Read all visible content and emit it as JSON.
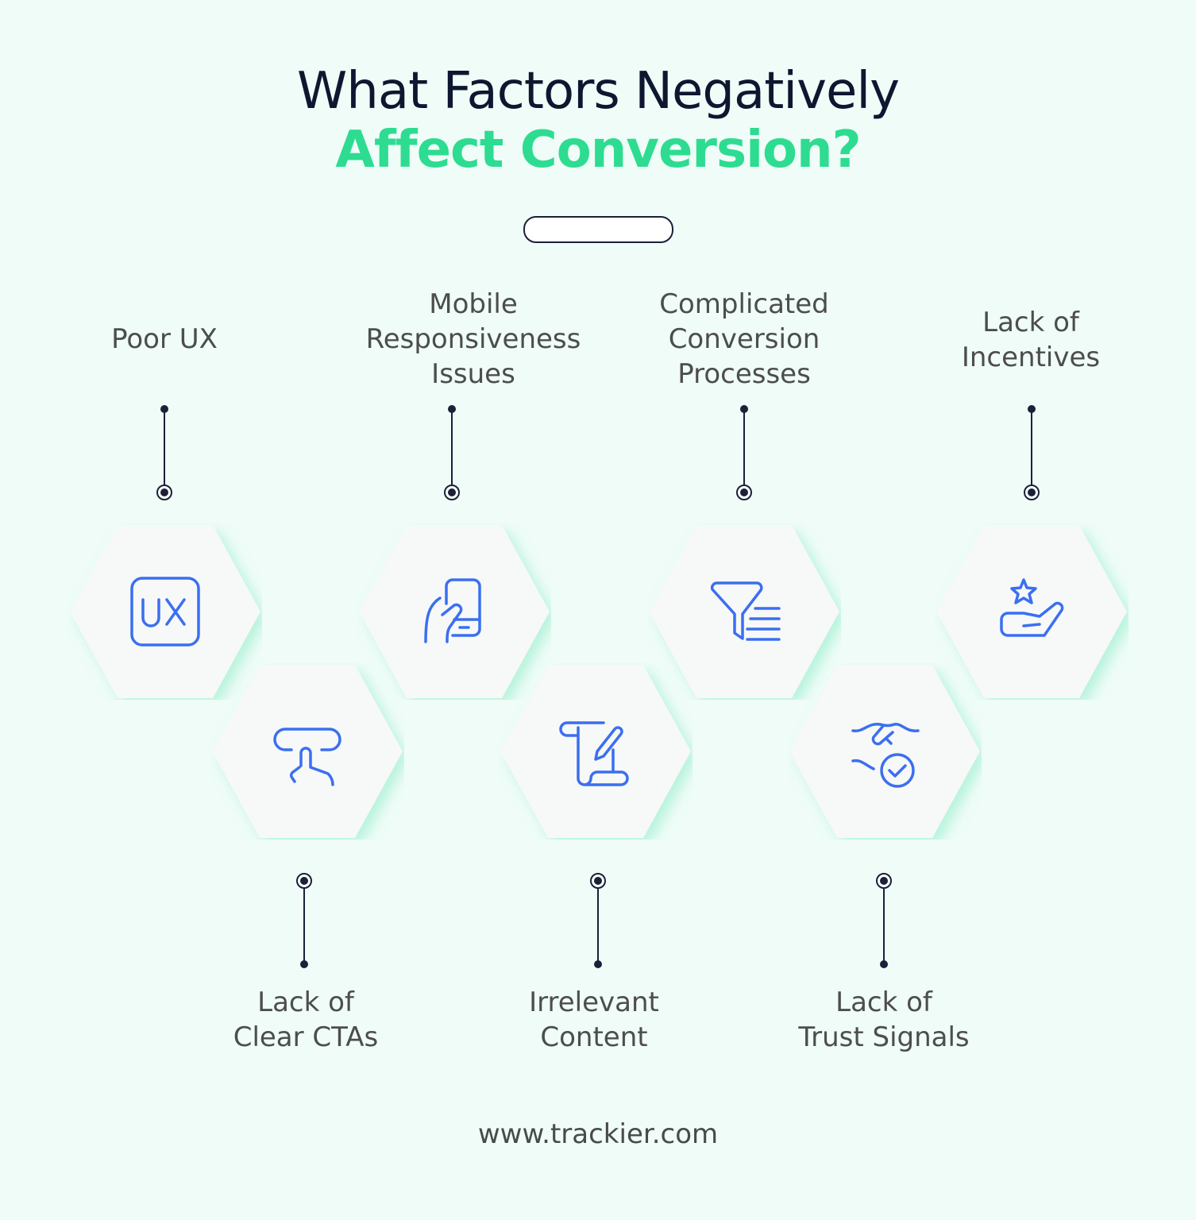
{
  "title": {
    "line1": "What Factors Negatively",
    "line2": "Affect Conversion?",
    "line1_color": "#0d1730",
    "line2_color": "#2ddc91"
  },
  "colors": {
    "background": "#effcf8",
    "hexagon_fill": "#f7f8f8",
    "icon_stroke": "#3a6ff0",
    "connector": "#1a2138",
    "label_text": "#4d4d4d"
  },
  "factors": [
    {
      "label": "Poor UX",
      "icon": "ux-box-icon",
      "position": "top"
    },
    {
      "label": "Lack of Clear CTAs",
      "icon": "tap-button-icon",
      "position": "bottom"
    },
    {
      "label": "Mobile Responsiveness Issues",
      "icon": "hand-holding-phone-icon",
      "position": "top"
    },
    {
      "label": "Irrelevant Content",
      "icon": "scroll-pen-icon",
      "position": "bottom"
    },
    {
      "label": "Complicated Conversion Processes",
      "icon": "funnel-list-icon",
      "position": "top"
    },
    {
      "label": "Lack of Trust Signals",
      "icon": "handshake-check-icon",
      "position": "bottom"
    },
    {
      "label": "Lack of Incentives",
      "icon": "hand-star-icon",
      "position": "top"
    }
  ],
  "labels": {
    "poor_ux": "Poor UX",
    "mobile_1": "Mobile",
    "mobile_2": "Responsiveness",
    "mobile_3": "Issues",
    "complicated_1": "Complicated",
    "complicated_2": "Conversion",
    "complicated_3": "Processes",
    "incentives_1": "Lack of",
    "incentives_2": "Incentives",
    "ctas_1": "Lack of",
    "ctas_2": "Clear CTAs",
    "irrelevant_1": "Irrelevant",
    "irrelevant_2": "Content",
    "trust_1": "Lack of",
    "trust_2": "Trust Signals"
  },
  "footer": {
    "url": "www.trackier.com"
  }
}
